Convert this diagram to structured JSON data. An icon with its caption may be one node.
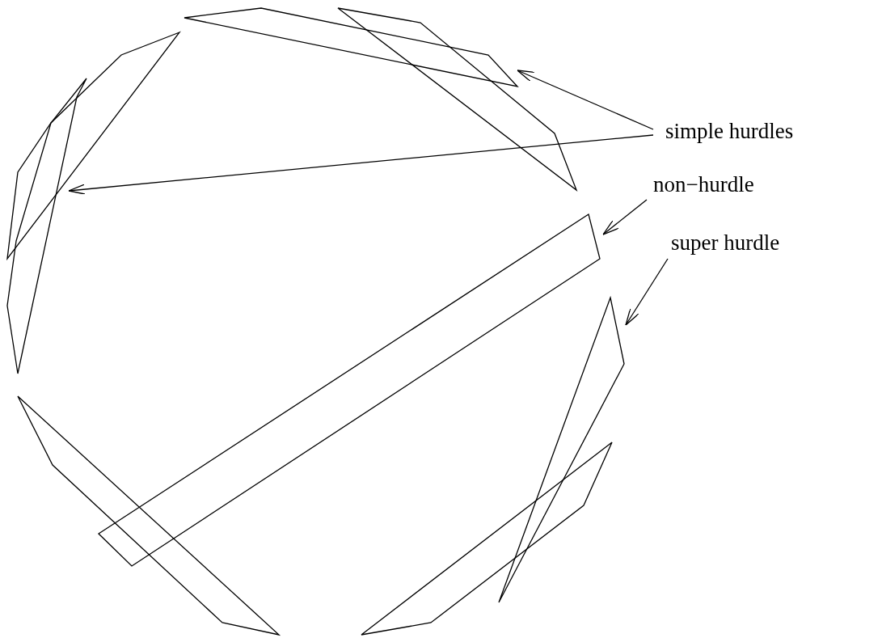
{
  "diagram": {
    "nodes": [
      {
        "text": [],
        "shape": "polygon"
      },
      {
        "text": [],
        "shape": "polygon"
      },
      {
        "text": [],
        "shape": "polygon"
      },
      {
        "text": [],
        "shape": "polygon"
      },
      {
        "text": [
          "simple hurdles"
        ]
      },
      {
        "text": [
          "non−hurdle"
        ]
      },
      {
        "text": [],
        "shape": "polygon"
      },
      {
        "text": [
          "super hurdle"
        ]
      },
      {
        "text": [],
        "shape": "polygon"
      },
      {
        "text": [],
        "shape": "polygon"
      },
      {
        "text": [],
        "shape": "polygon"
      }
    ],
    "edges": [
      {
        "from": 4,
        "to": 0,
        "arrow": "to"
      },
      {
        "from": 4,
        "to": 2,
        "arrow": "to"
      },
      {
        "from": 5,
        "to": 6,
        "arrow": "to"
      },
      {
        "from": 7,
        "to": 8,
        "arrow": "to"
      }
    ]
  }
}
